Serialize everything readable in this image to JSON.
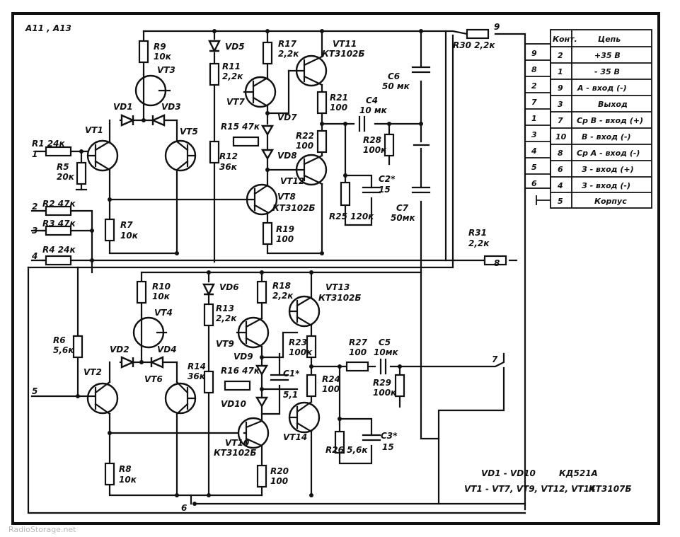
{
  "header": {
    "title": "A11 , A13"
  },
  "watermark": "RadioStorage.net",
  "components": {
    "R1": "R1 24к",
    "R2": "R2 47к",
    "R3": "R3 47к",
    "R4": "R4 24к",
    "R5": "R5",
    "R5v": "20к",
    "R6": "R6",
    "R6v": "5,6к",
    "R7": "R7",
    "R7v": "10к",
    "R8": "R8",
    "R8v": "10к",
    "R9": "R9",
    "R9v": "10к",
    "R10": "R10",
    "R10v": "10к",
    "R11": "R11",
    "R11v": "2,2к",
    "R12": "R12",
    "R12v": "36к",
    "R13": "R13",
    "R13v": "2,2к",
    "R14": "R14",
    "R14v": "36к",
    "R15": "R15 47к",
    "R16": "R16 47к",
    "R17": "R17",
    "R17v": "2,2к",
    "R18": "R18",
    "R18v": "2,2к",
    "R19": "R19",
    "R19v": "100",
    "R20": "R20",
    "R20v": "100",
    "R21": "R21",
    "R21v": "100",
    "R22": "R22",
    "R22v": "100",
    "R23": "R23",
    "R23v": "100к",
    "R24": "R24",
    "R24v": "100",
    "R25": "R25 120к",
    "R26": "R26 5,6к",
    "R27": "R27",
    "R27v": "100",
    "R28": "R28",
    "R28v": "100к",
    "R29": "R29",
    "R29v": "100к",
    "R30": "R30 2,2к",
    "R31": "R31",
    "R31v": "2,2к",
    "C2": "C2*",
    "C2v": "15",
    "C3": "C3*",
    "C3v": "15",
    "C4": "C4",
    "C4v": "10 мк",
    "C5": "C5",
    "C5v": "10мк",
    "C6": "C6",
    "C6v": "50 мк",
    "C7": "C7",
    "C7v": "50мк",
    "C1": "C1*",
    "C1v": "5,1",
    "VT1": "VT1",
    "VT2": "VT2",
    "VT3": "VT3",
    "VT4": "VT4",
    "VT5": "VT5",
    "VT6": "VT6",
    "VT7": "VT7",
    "VT8": "VT8",
    "VT8t": "КТ3102Б",
    "VT9": "VT9",
    "VT10": "VT10",
    "VT10t": "КТ3102Б",
    "VT11": "VT11",
    "VT11t": "КТ3102Б",
    "VT12": "VT12",
    "VT13": "VT13",
    "VT13t": "КТ3102Б",
    "VT14": "VT14",
    "VD1": "VD1",
    "VD2": "VD2",
    "VD3": "VD3",
    "VD4": "VD4",
    "VD5": "VD5",
    "VD6": "VD6",
    "VD7": "VD7",
    "VD8": "VD8",
    "VD9": "VD9",
    "VD10": "VD10"
  },
  "pins": [
    "1",
    "2",
    "3",
    "4",
    "5",
    "6",
    "7",
    "8",
    "9"
  ],
  "notes": {
    "line1_a": "VD1 - VD10",
    "line1_b": "КД521А",
    "line2_a": "VT1 - VT7, VT9, VT12, VT14",
    "line2_b": "КТ3107Б"
  },
  "pin_table": {
    "headers": [
      "Конт.",
      "Цепь"
    ],
    "side_labels": [
      "9",
      "8",
      "2",
      "7",
      "1",
      "3",
      "4",
      "5",
      "6"
    ],
    "rows": [
      [
        "2",
        "+35 В"
      ],
      [
        "1",
        "- 35 В"
      ],
      [
        "9",
        "А - вход (-)"
      ],
      [
        "3",
        "Выход"
      ],
      [
        "7",
        "Ср В - вход (+)"
      ],
      [
        "10",
        "В - вход (-)"
      ],
      [
        "8",
        "Ср А - вход (-)"
      ],
      [
        "6",
        "З - вход (+)"
      ],
      [
        "4",
        "З - вход (-)"
      ],
      [
        "5",
        "Корпус"
      ]
    ]
  }
}
